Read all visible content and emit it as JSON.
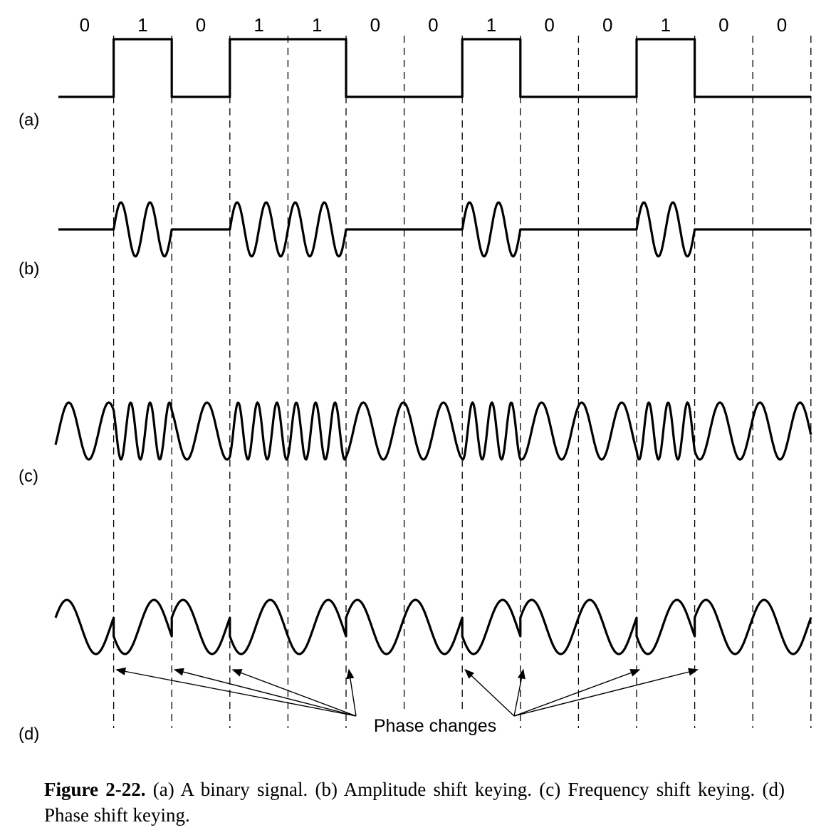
{
  "bits": [
    "0",
    "1",
    "0",
    "1",
    "1",
    "0",
    "0",
    "1",
    "0",
    "0",
    "1",
    "0",
    "0"
  ],
  "rows": {
    "a": "(a)",
    "b": "(b)",
    "c": "(c)",
    "d": "(d)"
  },
  "annotation": "Phase changes",
  "caption": {
    "number": "Figure 2-22.",
    "text": "(a) A binary signal.  (b) Amplitude shift keying.  (c) Frequency shift keying.  (d) Phase shift keying."
  }
}
